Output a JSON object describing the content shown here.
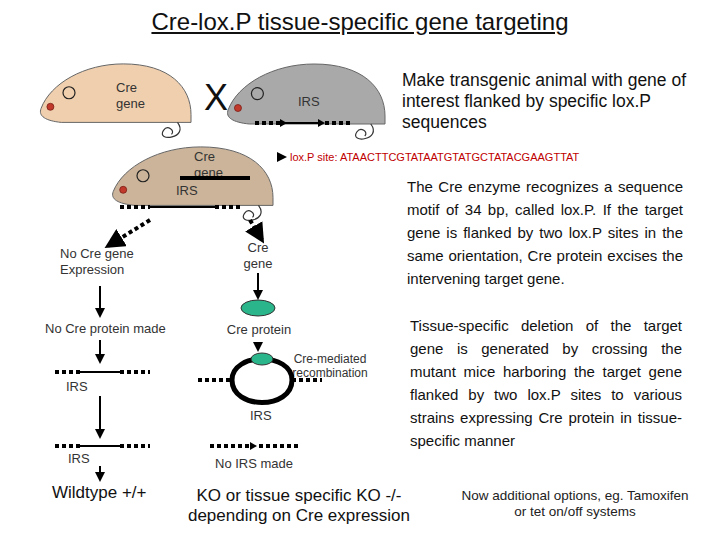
{
  "diagram": {
    "title": "Cre-lox.P tissue-specific gene targeting",
    "nodes": [
      {
        "text": [
          "Cre gene"
        ]
      },
      {
        "text": [
          "IRS"
        ]
      },
      {
        "text": [
          "Cre gene",
          "IRS"
        ]
      },
      {
        "text": [
          "Cre protein"
        ]
      }
    ],
    "labels": [
      "X",
      "Make transgenic animal with gene of interest flanked by specific lox.P sequences",
      "lox.P site: ATAACTTCGTATAATGTATGCTATACGAAGTTAT",
      "The Cre enzyme recognizes a sequence motif of 34 bp, called lox.P. If the target gene is flanked by two lox.P sites in the same orientation, Cre protein excises the intervening target gene.",
      "No Cre gene Expression",
      "Cre gene",
      "No Cre protein made",
      "Cre-mediated recombination",
      "Tissue-specific deletion of the target gene is generated by crossing the mutant mice harboring the target gene flanked by two lox.P sites to various strains expressing Cre protein in tissue-specific manner",
      "IRS",
      "IRS",
      "IRS",
      "No IRS made",
      "Wildtype +/+",
      "KO or tissue specific KO -/- depending on Cre expression",
      "Now additional options, eg. Tamoxifen or tet on/off systems"
    ]
  }
}
